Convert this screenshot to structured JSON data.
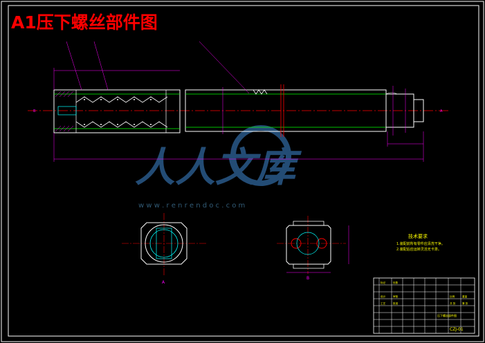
{
  "title": "A1压下螺丝部件图",
  "watermark": {
    "text": "人人文库",
    "url": "w w w . r e n r e n d o c . c o m"
  },
  "view_labels": {
    "view_a": "A",
    "view_b": "B"
  },
  "tech_notes": {
    "heading": "技术要求",
    "lines": [
      "1.装配前所有零件应清洗干净。",
      "2.装配后应运转灵活无卡滞。"
    ]
  },
  "title_block": {
    "drawing_name": "压下螺丝部件图",
    "drawing_no": "CZJ-01",
    "labels": [
      "标记",
      "处数",
      "设计",
      "审核",
      "工艺",
      "批准",
      "比例",
      "共 张",
      "第 张",
      "重量"
    ]
  },
  "colors": {
    "background": "#000000",
    "frame": "#ffffff",
    "outline": "#ffffff",
    "green": "#00ff00",
    "magenta": "#ff00ff",
    "red": "#ff0000",
    "cyan": "#00ffff",
    "yellow": "#ffff00",
    "title": "#ff0000",
    "watermark": "#2a5a8a"
  }
}
